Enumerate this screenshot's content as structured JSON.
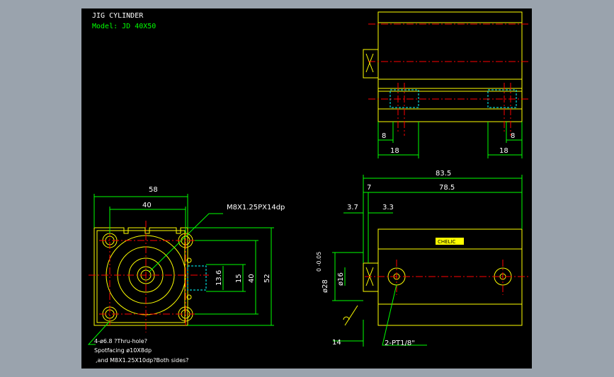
{
  "drawing": {
    "title": "JIG CYLINDER",
    "model": "Model: JD 40X50"
  },
  "colors": {
    "background": "#000000",
    "outline": "#ffff00",
    "dimension": "#00ff00",
    "centerline": "#ff0000",
    "hidden": "#00ffff",
    "text": "#ffffff"
  },
  "front_view": {
    "dims": {
      "width_outer": "58",
      "width_holes": "40",
      "height_outer": "52",
      "height_holes": "40",
      "port_height": "15",
      "port_inner": "13.6"
    },
    "callout_thread": "M8X1.25PX14dp",
    "note_line1": "4-ø6.8  ?Thru-hole?",
    "note_line2": "Spotfacing  ø10X8dp",
    "note_line3": ",and M8X1.25X10dp?Both sides?"
  },
  "top_view": {
    "dims": {
      "left_small": "8",
      "left_large": "18",
      "right_small": "8",
      "right_large": "18"
    }
  },
  "side_view": {
    "dims": {
      "overall": "83.5",
      "body": "78.5",
      "offset": "7",
      "left_a": "3.7",
      "left_b": "3.3",
      "rod_dia": "ø16",
      "bore_dia": "ø28",
      "bore_tol": "0 -0.05",
      "rod_end": "14"
    },
    "port_callout": "2-PT1/8\"",
    "label_plate": "CHELIC"
  }
}
